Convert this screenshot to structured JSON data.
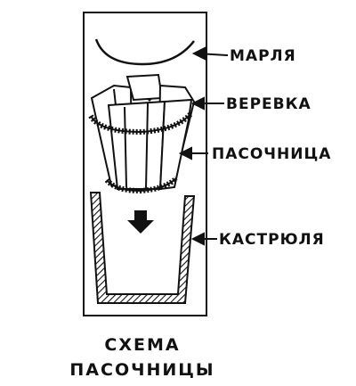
{
  "labels": {
    "gauze": "МАРЛЯ",
    "rope": "ВЕРЕВКА",
    "mold": "ПАСОЧНИЦА",
    "pot": "КАСТРЮЛЯ"
  },
  "caption": {
    "line1": "СХЕМА",
    "line2": "ПАСОЧНИЦЫ"
  },
  "colors": {
    "ink": "#111111",
    "paper": "#ffffff"
  }
}
